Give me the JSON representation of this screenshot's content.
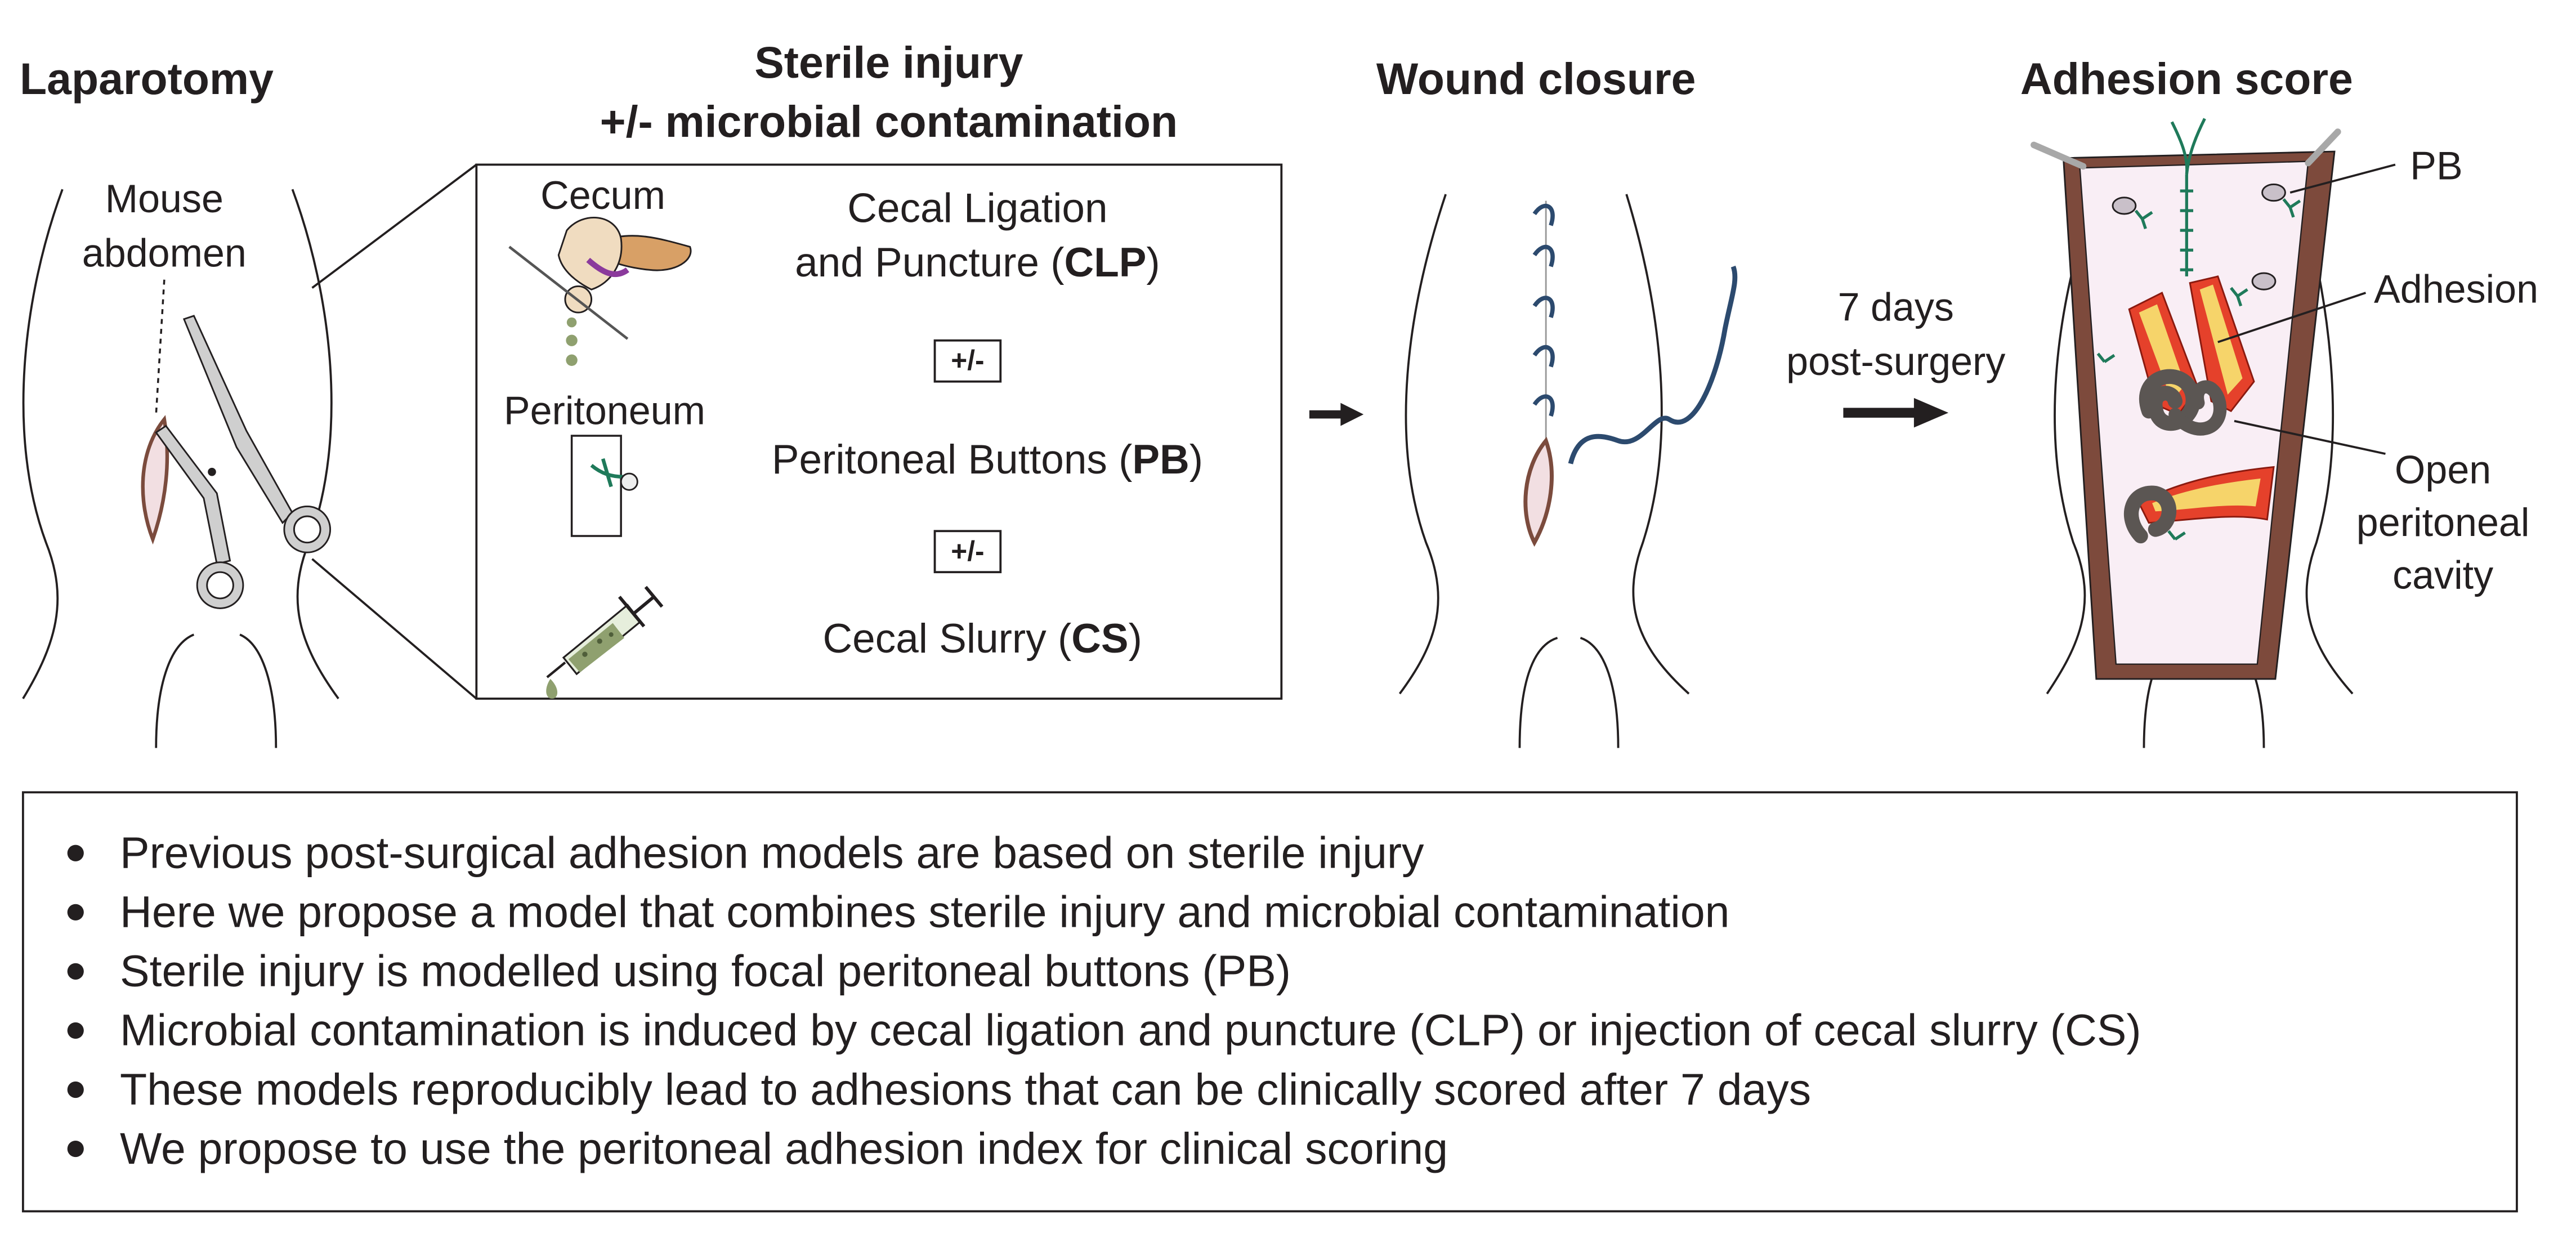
{
  "laparotomy": {
    "title": "Laparotomy",
    "label_line1": "Mouse",
    "label_line2": "abdomen"
  },
  "sterile_injury": {
    "title_line1": "Sterile injury",
    "title_line2": "+/- microbial contamination",
    "cecum_label": "Cecum",
    "peritoneum_label": "Peritoneum",
    "separator": "+/-",
    "clp": {
      "line1": "Cecal Ligation",
      "line2_prefix": "and Puncture (",
      "abbreviation": "CLP",
      "suffix": ")"
    },
    "pb": {
      "prefix": "Peritoneal Buttons (",
      "abbreviation": "PB",
      "suffix": ")"
    },
    "cs": {
      "prefix": "Cecal Slurry (",
      "abbreviation": "CS",
      "suffix": ")"
    }
  },
  "wound_closure": {
    "title": "Wound closure"
  },
  "interval": {
    "line1": "7 days",
    "line2": "post-surgery"
  },
  "adhesion_score": {
    "title": "Adhesion score",
    "callouts": {
      "pb": "PB",
      "adhesion": "Adhesion",
      "cavity_line1": "Open",
      "cavity_line2": "peritoneal",
      "cavity_line3": "cavity"
    }
  },
  "summary": {
    "bullets": [
      "Previous post-surgical adhesion models are based on sterile injury",
      "Here we propose a model that combines sterile injury and microbial contamination",
      "Sterile injury is modelled using focal peritoneal buttons (PB)",
      "Microbial contamination is induced by cecal ligation and puncture (CLP) or injection of cecal slurry (CS)",
      "These models reproducibly lead to adhesions that can be clinically scored after 7 days",
      "We propose to use the peritoneal adhesion index for clinical scoring"
    ]
  },
  "colors": {
    "outline": "#231f20",
    "incision_fill": "#f2dfe2",
    "scissors": "#cfcfcf",
    "suture_green": "#1f7a5a",
    "suture_blue": "#2c4a6e",
    "cavity_wall": "#7d4a3c",
    "cavity_fill": "#f9eef5",
    "adhesion_red": "#e5412b",
    "adhesion_yellow": "#f6d46a",
    "intestine_grey": "#5b5653",
    "cecum": "#f0dcc0",
    "colon": "#d8a066",
    "ligature_purple": "#8b3a9c",
    "slurry_green": "#8fa06f"
  }
}
